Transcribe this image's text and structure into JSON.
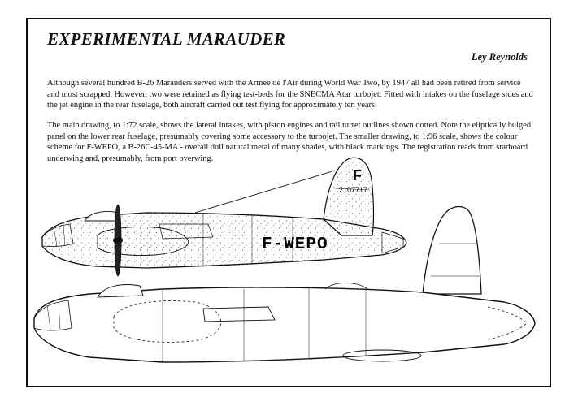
{
  "page": {
    "title": "EXPERIMENTAL MARAUDER",
    "author": "Ley Reynolds",
    "paragraphs": [
      "Although several hundred B-26 Marauders served with the Armee de l'Air during World War Two, by 1947 all had been retired from service and most scrapped. However, two were retained as flying test-beds for the SNECMA Atar turbojet. Fitted with intakes on the fuselage sides and the jet engine in the rear fuselage, both aircraft carried out test flying for approximately ten years.",
      "The main drawing, to 1:72 scale, shows the lateral intakes, with piston engines and tail turret outlines shown dotted. Note the eliptically bulged panel on the lower rear fuselage, presumably covering some accessory to the turbojet. The smaller drawing, to 1:96 scale, shows the colour scheme for F-WEPO, a B-26C-45-MA - overall dull natural metal of many shades, with black markings. The registration reads from starboard underwing and, presumably, from port overwing."
    ]
  },
  "drawing": {
    "registration": "F-WEPO",
    "fin_letter": "F",
    "serial": "2107717"
  }
}
